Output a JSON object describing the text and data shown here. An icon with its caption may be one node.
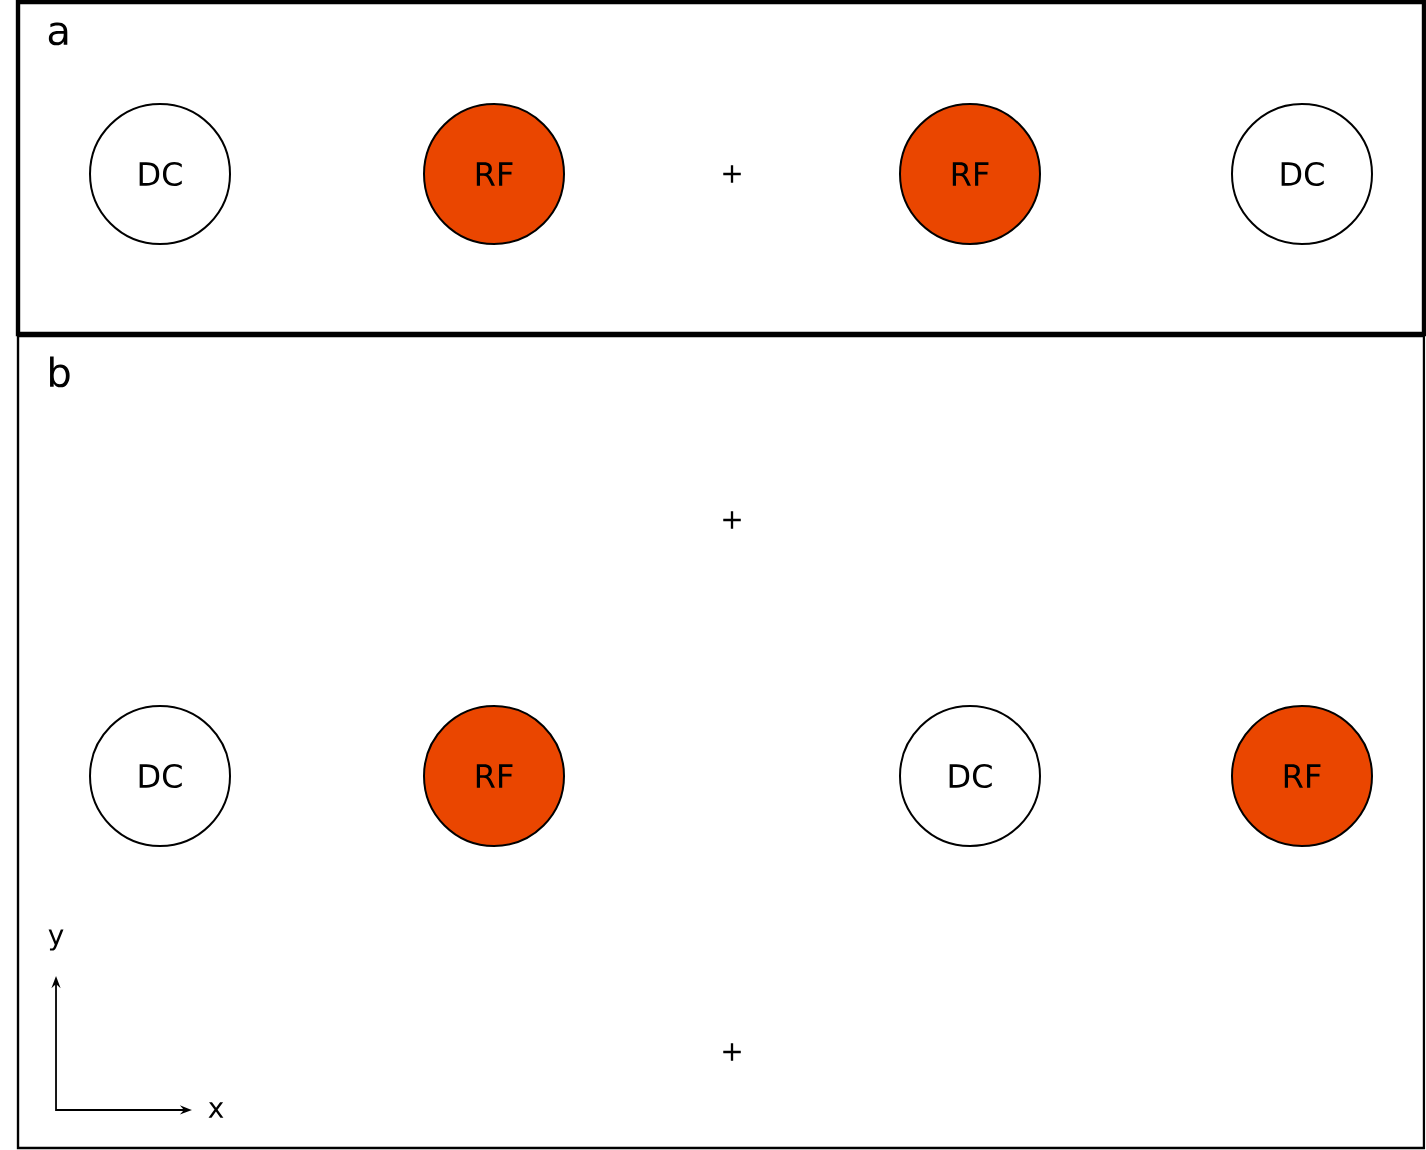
{
  "diagram": {
    "nodes": [
      {
        "text": [
          "a"
        ]
      },
      {
        "text": [
          "DC"
        ],
        "in": 0
      },
      {
        "text": [
          "RF"
        ],
        "in": 0
      },
      {
        "text": [
          "RF"
        ],
        "in": 0
      },
      {
        "text": [
          "DC"
        ],
        "in": 0
      },
      {
        "text": [
          "b"
        ]
      },
      {
        "text": [
          "DC"
        ],
        "in": 5
      },
      {
        "text": [
          "RF"
        ],
        "in": 5
      },
      {
        "text": [
          "DC"
        ],
        "in": 5
      },
      {
        "text": [
          "RF"
        ],
        "in": 5
      }
    ],
    "labels": [
      "+",
      "+",
      "+",
      "y",
      "x"
    ]
  }
}
